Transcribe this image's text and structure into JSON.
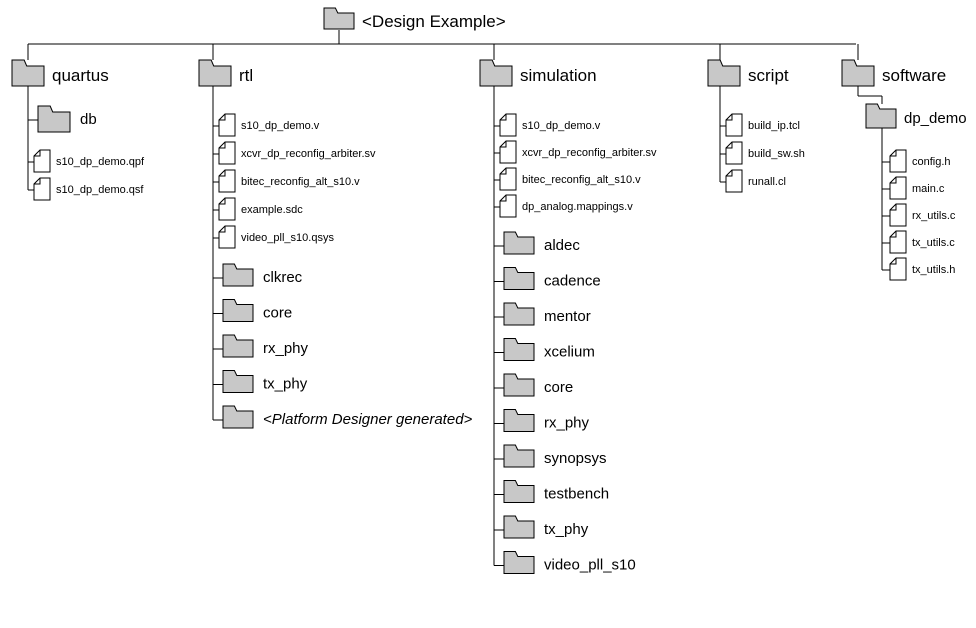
{
  "root": {
    "label": "<Design Example>"
  },
  "colors": {
    "folder_fill": "#c8c8c8",
    "file_fill": "#ffffff",
    "stroke": "#000000",
    "text": "#000000"
  },
  "icons": {
    "folder": "folder-icon",
    "file": "file-icon"
  },
  "columns": [
    {
      "id": "quartus",
      "label": "quartus",
      "children": [
        {
          "type": "folder",
          "label": "db"
        },
        {
          "type": "file",
          "label": "s10_dp_demo.qpf"
        },
        {
          "type": "file",
          "label": "s10_dp_demo.qsf"
        }
      ]
    },
    {
      "id": "rtl",
      "label": "rtl",
      "children": [
        {
          "type": "file",
          "label": "s10_dp_demo.v"
        },
        {
          "type": "file",
          "label": "xcvr_dp_reconfig_arbiter.sv"
        },
        {
          "type": "file",
          "label": "bitec_reconfig_alt_s10.v"
        },
        {
          "type": "file",
          "label": "example.sdc"
        },
        {
          "type": "file",
          "label": "video_pll_s10.qsys"
        },
        {
          "type": "folder",
          "label": "clkrec"
        },
        {
          "type": "folder",
          "label": "core"
        },
        {
          "type": "folder",
          "label": "rx_phy"
        },
        {
          "type": "folder",
          "label": "tx_phy"
        },
        {
          "type": "folder",
          "label": "<Platform Designer generated>",
          "italic": true
        }
      ]
    },
    {
      "id": "simulation",
      "label": "simulation",
      "children": [
        {
          "type": "file",
          "label": "s10_dp_demo.v"
        },
        {
          "type": "file",
          "label": "xcvr_dp_reconfig_arbiter.sv"
        },
        {
          "type": "file",
          "label": "bitec_reconfig_alt_s10.v"
        },
        {
          "type": "file",
          "label": "dp_analog.mappings.v"
        },
        {
          "type": "folder",
          "label": "aldec"
        },
        {
          "type": "folder",
          "label": "cadence"
        },
        {
          "type": "folder",
          "label": "mentor"
        },
        {
          "type": "folder",
          "label": "xcelium"
        },
        {
          "type": "folder",
          "label": "core"
        },
        {
          "type": "folder",
          "label": "rx_phy"
        },
        {
          "type": "folder",
          "label": "synopsys"
        },
        {
          "type": "folder",
          "label": "testbench"
        },
        {
          "type": "folder",
          "label": "tx_phy"
        },
        {
          "type": "folder",
          "label": "video_pll_s10"
        }
      ]
    },
    {
      "id": "script",
      "label": "script",
      "children": [
        {
          "type": "file",
          "label": "build_ip.tcl"
        },
        {
          "type": "file",
          "label": "build_sw.sh"
        },
        {
          "type": "file",
          "label": "runall.cl"
        }
      ]
    },
    {
      "id": "software",
      "label": "software",
      "children": [
        {
          "type": "folder",
          "label": "dp_demo",
          "children": [
            {
              "type": "file",
              "label": "config.h"
            },
            {
              "type": "file",
              "label": "main.c"
            },
            {
              "type": "file",
              "label": "rx_utils.c"
            },
            {
              "type": "file",
              "label": "tx_utils.c"
            },
            {
              "type": "file",
              "label": "tx_utils.h"
            }
          ]
        }
      ]
    }
  ]
}
